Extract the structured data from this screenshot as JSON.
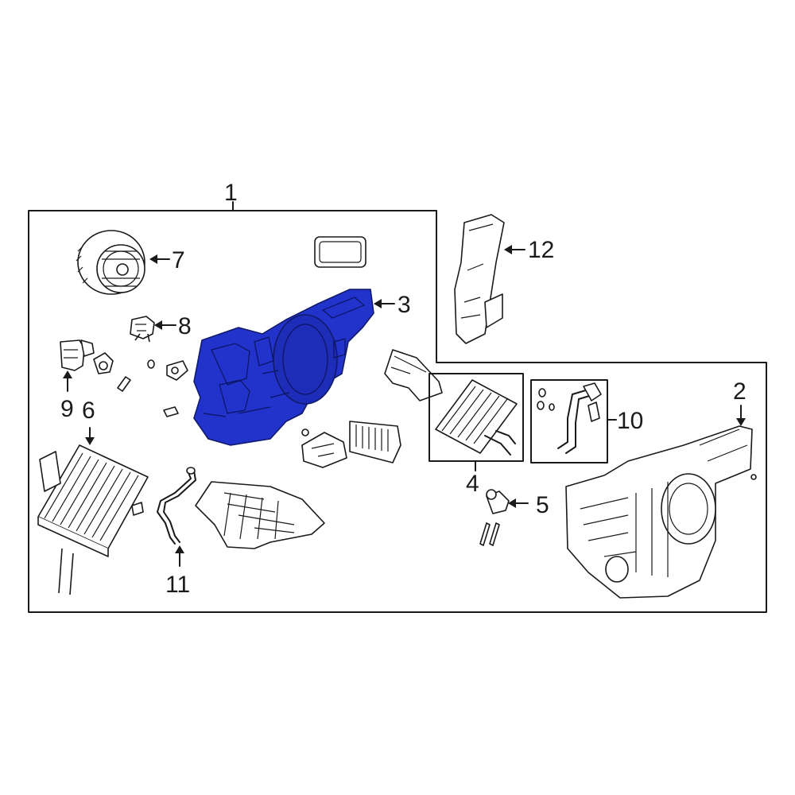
{
  "callouts": [
    {
      "id": "1",
      "label": "1"
    },
    {
      "id": "2",
      "label": "2"
    },
    {
      "id": "3",
      "label": "3"
    },
    {
      "id": "4",
      "label": "4"
    },
    {
      "id": "5",
      "label": "5"
    },
    {
      "id": "6",
      "label": "6"
    },
    {
      "id": "7",
      "label": "7"
    },
    {
      "id": "8",
      "label": "8"
    },
    {
      "id": "9",
      "label": "9"
    },
    {
      "id": "10",
      "label": "10"
    },
    {
      "id": "11",
      "label": "11"
    },
    {
      "id": "12",
      "label": "12"
    }
  ],
  "highlight": {
    "part": "3",
    "color": "#2233cc"
  },
  "colors": {
    "line": "#1a1a1a",
    "background": "#ffffff"
  }
}
